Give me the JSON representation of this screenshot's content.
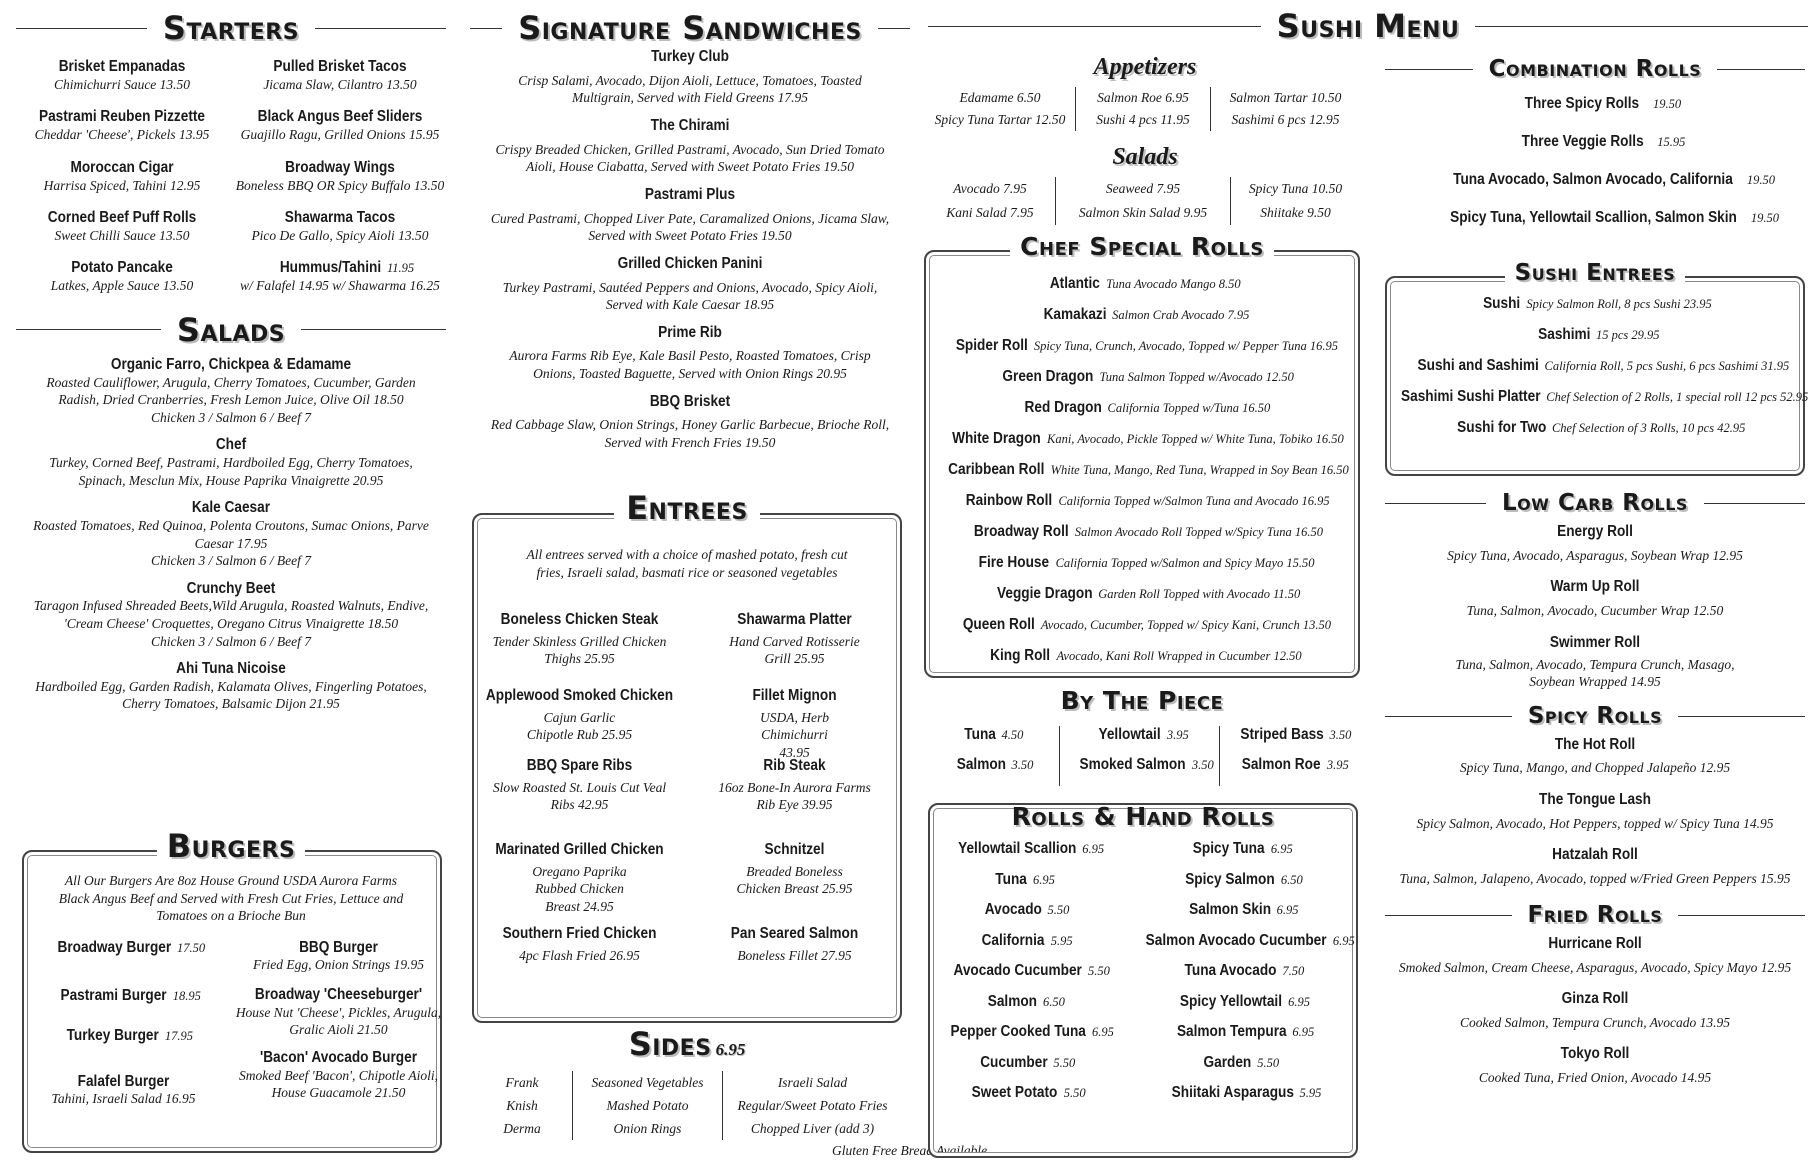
{
  "starters": {
    "title": "Starters",
    "items": [
      {
        "name": "Brisket Empanadas",
        "desc": "Chimichurri Sauce  13.50"
      },
      {
        "name": "Pulled Brisket Tacos",
        "desc": "Jicama Slaw, Cilantro 13.50"
      },
      {
        "name": "Pastrami Reuben Pizzette",
        "desc": "Cheddar 'Cheese', Pickels 13.95"
      },
      {
        "name": "Black Angus Beef Sliders",
        "desc": "Guajillo Ragu, Grilled Onions 15.95"
      },
      {
        "name": "Moroccan Cigar",
        "desc": "Harrisa Spiced, Tahini  12.95"
      },
      {
        "name": "Broadway Wings",
        "desc": "Boneless BBQ OR Spicy Buffalo 13.50"
      },
      {
        "name": "Corned Beef Puff Rolls",
        "desc": "Sweet Chilli Sauce  13.50"
      },
      {
        "name": "Shawarma Tacos",
        "desc": "Pico De Gallo, Spicy Aioli  13.50"
      },
      {
        "name": "Potato Pancake",
        "desc": "Latkes, Apple Sauce  13.50"
      },
      {
        "name": "Hummus/Tahini",
        "price": "11.95",
        "desc": "w/ Falafel 14.95  w/ Shawarma  16.25"
      }
    ]
  },
  "salads": {
    "title": "Salads",
    "items": [
      {
        "name": "Organic Farro, Chickpea & Edamame",
        "desc": "Roasted Cauliflower, Arugula, Cherry Tomatoes, Cucumber, Garden Radish, Dried Cranberries, Fresh Lemon Juice, Olive Oil  18.50",
        "extra": "Chicken 3 / Salmon 6 / Beef 7"
      },
      {
        "name": "Chef",
        "desc": "Turkey, Corned Beef, Pastrami, Hardboiled Egg, Cherry Tomatoes, Spinach, Mesclun Mix, House Paprika Vinaigrette  20.95",
        "extra": ""
      },
      {
        "name": "Kale Caesar",
        "desc": "Roasted Tomatoes, Red Quinoa, Polenta Croutons, Sumac Onions, Parve Caesar  17.95",
        "extra": "Chicken 3 / Salmon 6 / Beef 7"
      },
      {
        "name": "Crunchy Beet",
        "desc": "Taragon Infused Shreaded Beets,Wild Arugula, Roasted Walnuts, Endive, 'Cream Cheese' Croquettes, Oregano Citrus Vinaigrette  18.50",
        "extra": "Chicken 3 / Salmon 6 / Beef 7"
      },
      {
        "name": "Ahi Tuna Nicoise",
        "desc": "Hardboiled Egg, Garden Radish, Kalamata Olives, Fingerling Potatoes, Cherry Tomatoes, Balsamic Dijon  21.95",
        "extra": ""
      }
    ]
  },
  "burgers": {
    "title": "Burgers",
    "intro": "All Our Burgers Are 8oz House Ground USDA Aurora Farms Black Angus Beef and Served with Fresh Cut Fries, Lettuce and Tomatoes on a Brioche Bun",
    "left": [
      {
        "name": "Broadway Burger",
        "price": "17.50"
      },
      {
        "name": "Pastrami Burger",
        "price": "18.95"
      },
      {
        "name": "Turkey Burger",
        "price": "17.95"
      },
      {
        "name": "Falafel Burger",
        "desc": "Tahini, Israeli Salad 16.95"
      }
    ],
    "right": [
      {
        "name": "BBQ Burger",
        "desc": "Fried Egg, Onion Strings 19.95"
      },
      {
        "name": "Broadway 'Cheeseburger'",
        "desc": "House Nut 'Cheese', Pickles, Arugula, Gralic Aioli  21.50"
      },
      {
        "name": "'Bacon' Avocado Burger",
        "desc": "Smoked Beef 'Bacon', Chipotle Aioli, House Guacamole  21.50"
      }
    ]
  },
  "sandwiches": {
    "title": "Signature Sandwiches",
    "items": [
      {
        "name": "Turkey Club",
        "desc": "Crisp Salami,  Avocado, Dijon Aioli, Lettuce, Tomatoes, Toasted Multigrain, Served with Field Greens  17.95"
      },
      {
        "name": "The Chirami",
        "desc": "Crispy Breaded Chicken, Grilled Pastrami, Avocado, Sun Dried Tomato Aioli, House Ciabatta, Served with Sweet Potato Fries  19.50"
      },
      {
        "name": "Pastrami Plus",
        "desc": "Cured Pastrami, Chopped Liver Pate, Caramalized Onions, Jicama Slaw, Served with Sweet Potato Fries  19.50"
      },
      {
        "name": "Grilled Chicken Panini",
        "desc": "Turkey Pastrami, Sautéed Peppers and Onions, Avocado, Spicy Aioli, Served with Kale Caesar  18.95"
      },
      {
        "name": "Prime Rib",
        "desc": "Aurora Farms Rib Eye, Kale Basil Pesto, Roasted Tomatoes, Crisp Onions, Toasted Baguette, Served with Onion Rings  20.95"
      },
      {
        "name": "BBQ Brisket",
        "desc": "Red Cabbage Slaw, Onion Strings, Honey Garlic Barbecue, Brioche Roll, Served with French Fries  19.50"
      }
    ]
  },
  "entrees": {
    "title": "Entrees",
    "intro": "All entrees served with a choice of mashed potato, fresh cut fries, Israeli salad, basmati rice or seasoned vegetables",
    "items": [
      {
        "name": "Boneless Chicken Steak",
        "desc": "Tender Skinless Grilled Chicken Thighs 25.95"
      },
      {
        "name": "Shawarma Platter",
        "desc": "Hand Carved Rotisserie Grill  25.95"
      },
      {
        "name": "Applewood Smoked Chicken",
        "desc": "Cajun Garlic Chipotle Rub 25.95"
      },
      {
        "name": "Fillet Mignon",
        "desc": "USDA, Herb Chimichurri  43.95"
      },
      {
        "name": "BBQ Spare Ribs",
        "desc": "Slow Roasted St. Louis Cut Veal Ribs  42.95"
      },
      {
        "name": "Rib Steak",
        "desc": "16oz Bone-In Aurora Farms Rib Eye  39.95"
      },
      {
        "name": "Marinated Grilled Chicken",
        "desc": "Oregano Paprika Rubbed Chicken Breast  24.95"
      },
      {
        "name": "Schnitzel",
        "desc": "Breaded Boneless Chicken Breast  25.95"
      },
      {
        "name": "Southern Fried Chicken",
        "desc": "4pc Flash Fried 26.95"
      },
      {
        "name": "Pan Seared Salmon",
        "desc": "Boneless Fillet  27.95"
      }
    ]
  },
  "sides": {
    "title": "Sides",
    "price": "6.95",
    "columns": [
      [
        "Frank",
        "Knish",
        "Derma"
      ],
      [
        "Seasoned Vegetables",
        "Mashed Potato",
        "Onion Rings"
      ],
      [
        "Israeli Salad",
        "Regular/Sweet Potato Fries",
        "Chopped Liver (add 3)"
      ]
    ],
    "note": "Gluten Free Bread Available"
  },
  "sushi": {
    "title": "Sushi Menu",
    "appetizers": {
      "title": "Appetizers",
      "columns": [
        [
          "Edamame  6.50",
          "Spicy Tuna Tartar  12.50"
        ],
        [
          "Salmon Roe   6.95",
          "Sushi 4 pcs  11.95"
        ],
        [
          "Salmon Tartar  10.50",
          "Sashimi  6 pcs  12.95"
        ]
      ]
    },
    "salads": {
      "title": "Salads",
      "columns": [
        [
          "Avocado  7.95",
          "Kani Salad  7.95"
        ],
        [
          "Seaweed  7.95",
          "Salmon Skin Salad  9.95"
        ],
        [
          "Spicy Tuna  10.50",
          "Shiitake  9.50"
        ]
      ]
    },
    "chef_special": {
      "title": "Chef Special Rolls",
      "items": [
        {
          "name": "Atlantic",
          "desc": "Tuna Avocado Mango 8.50"
        },
        {
          "name": "Kamakazi",
          "desc": "Salmon Crab Avocado 7.95"
        },
        {
          "name": "Spider Roll",
          "desc": "Spicy Tuna, Crunch, Avocado, Topped w/ Pepper Tuna 16.95"
        },
        {
          "name": "Green Dragon",
          "desc": "Tuna Salmon Topped  w/Avocado 12.50"
        },
        {
          "name": "Red Dragon",
          "desc": "California Topped w/Tuna  16.50"
        },
        {
          "name": "White Dragon",
          "desc": "Kani, Avocado, Pickle Topped w/ White Tuna, Tobiko 16.50"
        },
        {
          "name": "Caribbean Roll",
          "desc": "White Tuna, Mango, Red Tuna, Wrapped in Soy Bean 16.50"
        },
        {
          "name": "Rainbow Roll",
          "desc": "California Topped w/Salmon Tuna and Avocado 16.95"
        },
        {
          "name": "Broadway Roll",
          "desc": "Salmon Avocado Roll Topped w/Spicy Tuna 16.50"
        },
        {
          "name": "Fire House",
          "desc": "California Topped w/Salmon and Spicy Mayo 15.50"
        },
        {
          "name": "Veggie Dragon",
          "desc": "Garden Roll Topped with Avocado 11.50"
        },
        {
          "name": "Queen Roll",
          "desc": "Avocado, Cucumber, Topped w/ Spicy Kani, Crunch 13.50"
        },
        {
          "name": "King Roll",
          "desc": "Avocado, Kani Roll Wrapped in Cucumber 12.50"
        }
      ]
    },
    "by_piece": {
      "title": "By The Piece",
      "columns": [
        [
          {
            "name": "Tuna",
            "price": "4.50"
          },
          {
            "name": "Salmon",
            "price": "3.50"
          }
        ],
        [
          {
            "name": "Yellowtail",
            "price": "3.95"
          },
          {
            "name": "Smoked Salmon",
            "price": "3.50"
          }
        ],
        [
          {
            "name": "Striped Bass",
            "price": "3.50"
          },
          {
            "name": "Salmon Roe",
            "price": "3.95"
          }
        ]
      ]
    },
    "rolls": {
      "title": "Rolls & Hand Rolls",
      "left": [
        {
          "name": "Yellowtail Scallion",
          "price": "6.95"
        },
        {
          "name": "Tuna",
          "price": "6.95"
        },
        {
          "name": "Avocado",
          "price": "5.50"
        },
        {
          "name": "California",
          "price": "5.95"
        },
        {
          "name": "Avocado Cucumber",
          "price": "5.50"
        },
        {
          "name": "Salmon",
          "price": "6.50"
        },
        {
          "name": "Pepper Cooked Tuna",
          "price": "6.95"
        },
        {
          "name": "Cucumber",
          "price": "5.50"
        },
        {
          "name": "Sweet Potato",
          "price": "5.50"
        }
      ],
      "right": [
        {
          "name": "Spicy Tuna",
          "price": "6.95"
        },
        {
          "name": "Spicy Salmon",
          "price": "6.50"
        },
        {
          "name": "Salmon Skin",
          "price": "6.95"
        },
        {
          "name": "Salmon Avocado Cucumber",
          "price": "6.95"
        },
        {
          "name": "Tuna Avocado",
          "price": "7.50"
        },
        {
          "name": "Spicy Yellowtail",
          "price": "6.95"
        },
        {
          "name": "Salmon Tempura",
          "price": "6.95"
        },
        {
          "name": "Garden",
          "price": "5.50"
        },
        {
          "name": "Shiitaki Asparagus",
          "price": "5.95"
        }
      ]
    },
    "combination": {
      "title": "Combination Rolls",
      "items": [
        {
          "name": "Three Spicy  Rolls",
          "price": "19.50"
        },
        {
          "name": "Three Veggie Rolls",
          "price": "15.95"
        },
        {
          "name": "Tuna Avocado, Salmon Avocado, California",
          "price": "19.50"
        },
        {
          "name": "Spicy Tuna, Yellowtail Scallion, Salmon Skin",
          "price": "19.50"
        }
      ]
    },
    "entrees": {
      "title": "Sushi Entrees",
      "items": [
        {
          "name": "Sushi",
          "desc": "Spicy Salmon Roll, 8 pcs Sushi 23.95"
        },
        {
          "name": "Sashimi",
          "desc": "15 pcs 29.95"
        },
        {
          "name": "Sushi and Sashimi",
          "desc": "California Roll, 5 pcs Sushi, 6 pcs Sashimi 31.95"
        },
        {
          "name": "Sashimi Sushi Platter",
          "desc": "Chef Selection of 2 Rolls, 1 special roll 12 pcs 52.95"
        },
        {
          "name": "Sushi for Two",
          "desc": "Chef Selection of 3 Rolls, 10 pcs 42.95"
        }
      ]
    },
    "low_carb": {
      "title": "Low Carb Rolls",
      "items": [
        {
          "name": "Energy Roll",
          "desc": "Spicy Tuna,  Avocado, Asparagus, Soybean Wrap  12.95"
        },
        {
          "name": "Warm Up Roll",
          "desc": "Tuna, Salmon, Avocado, Cucumber Wrap  12.50"
        },
        {
          "name": "Swimmer Roll",
          "desc": "Tuna, Salmon, Avocado, Tempura Crunch, Masago, Soybean Wrapped  14.95"
        }
      ]
    },
    "spicy": {
      "title": "Spicy Rolls",
      "items": [
        {
          "name": "The Hot Roll",
          "desc": "Spicy Tuna, Mango, and Chopped Jalapeño  12.95"
        },
        {
          "name": "The Tongue Lash",
          "desc": "Spicy Salmon, Avocado, Hot Peppers, topped w/ Spicy Tuna  14.95"
        },
        {
          "name": "Hatzalah Roll",
          "desc": "Tuna, Salmon, Jalapeno, Avocado, topped w/Fried Green Peppers  15.95"
        }
      ]
    },
    "fried": {
      "title": "Fried Rolls",
      "items": [
        {
          "name": "Hurricane Roll",
          "desc": "Smoked  Salmon, Cream Cheese, Asparagus, Avocado, Spicy Mayo  12.95"
        },
        {
          "name": "Ginza Roll",
          "desc": "Cooked Salmon, Tempura Crunch, Avocado  13.95"
        },
        {
          "name": "Tokyo Roll",
          "desc": "Cooked Tuna, Fried Onion, Avocado  14.95"
        }
      ]
    }
  }
}
